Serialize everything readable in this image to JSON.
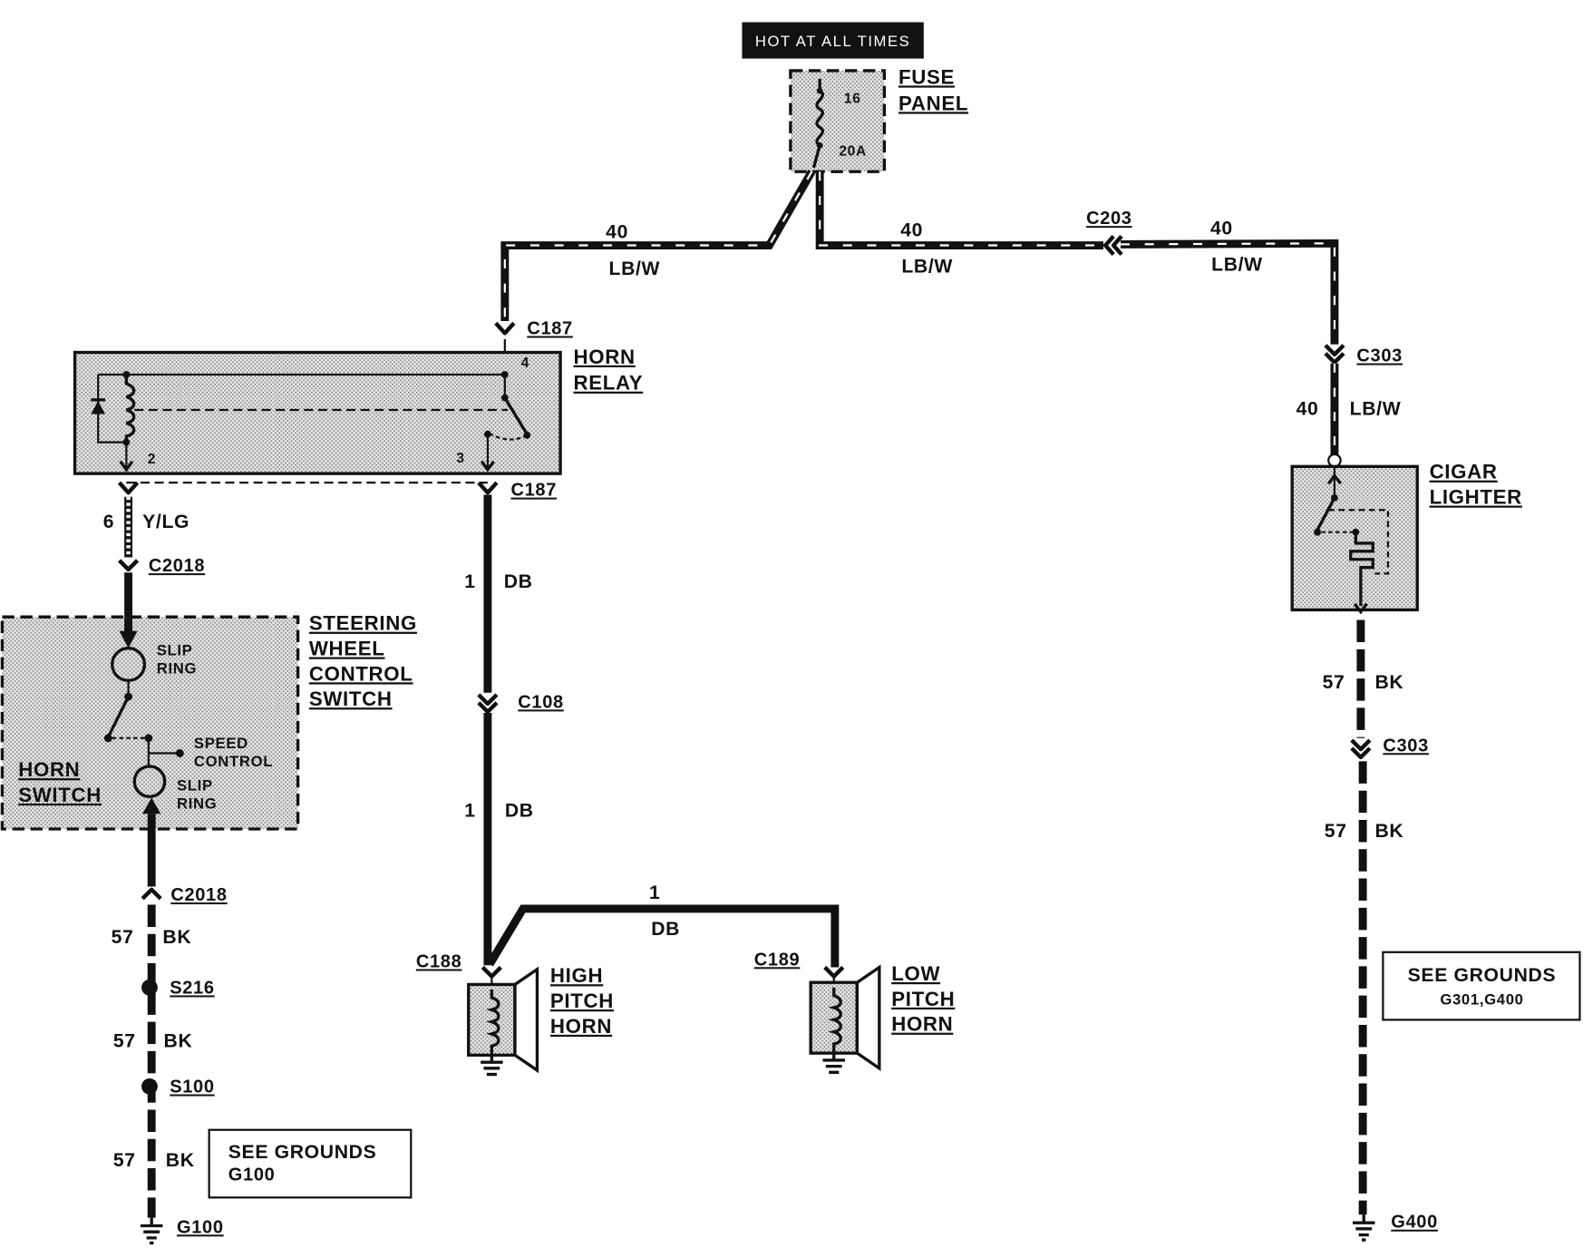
{
  "colors": {
    "ink": "#111111",
    "background": "#ffffff",
    "stipple_dot": "#7a7a7a",
    "stipple_ground": "#e4e4e4"
  },
  "supply": {
    "label": "HOT AT ALL TIMES"
  },
  "fuse_panel": {
    "title": [
      "FUSE",
      "PANEL"
    ],
    "fuse_number": "16",
    "fuse_rating": "20A"
  },
  "horn_relay": {
    "title": [
      "HORN",
      "RELAY"
    ],
    "pins": {
      "pin_4": "4",
      "pin_2": "2",
      "pin_3": "3"
    }
  },
  "steering_wheel_control_switch": {
    "title": [
      "STEERING",
      "WHEEL",
      "CONTROL",
      "SWITCH"
    ],
    "upper_slip_ring": [
      "SLIP",
      "RING"
    ],
    "speed_control": [
      "SPEED",
      "CONTROL"
    ],
    "lower_slip_ring": [
      "SLIP",
      "RING"
    ],
    "horn_switch": [
      "HORN",
      "SWITCH"
    ]
  },
  "horns": {
    "high": {
      "connector": "C188",
      "title": [
        "HIGH",
        "PITCH",
        "HORN"
      ]
    },
    "low": {
      "connector": "C189",
      "title": [
        "LOW",
        "PITCH",
        "HORN"
      ]
    }
  },
  "cigar_lighter": {
    "title": [
      "CIGAR",
      "LIGHTER"
    ]
  },
  "connectors": {
    "c187_top": "C187",
    "c187_bottom": "C187",
    "c203": "C203",
    "c303_upper": "C303",
    "c303_lower": "C303",
    "c2018_upper": "C2018",
    "c2018_lower": "C2018",
    "c108": "C108"
  },
  "splices": {
    "s216": "S216",
    "s100": "S100"
  },
  "grounds": {
    "g100": "G100",
    "g400": "G400"
  },
  "ground_notes": {
    "left": {
      "heading": "SEE GROUNDS",
      "refs": "G100"
    },
    "right": {
      "heading": "SEE GROUNDS",
      "refs": "G301,G400"
    }
  },
  "wires": {
    "fuse_to_relay": {
      "circuit": "40",
      "color_code": "LB/W"
    },
    "fuse_to_c203": {
      "circuit": "40",
      "color_code": "LB/W"
    },
    "c203_to_c303": {
      "circuit": "40",
      "color_code": "LB/W"
    },
    "c303_to_lighter": {
      "circuit": "40",
      "color_code": "LB/W"
    },
    "relay_to_switch": {
      "circuit": "6",
      "color_code": "Y/LG"
    },
    "relay_to_c108": {
      "circuit": "1",
      "color_code": "DB"
    },
    "c108_to_high_horn": {
      "circuit": "1",
      "color_code": "DB"
    },
    "high_to_low_horn": {
      "circuit": "1",
      "color_code": "DB"
    },
    "c2018_to_s216": {
      "circuit": "57",
      "color_code": "BK"
    },
    "s216_to_s100": {
      "circuit": "57",
      "color_code": "BK"
    },
    "s100_to_g100": {
      "circuit": "57",
      "color_code": "BK"
    },
    "lighter_to_c303": {
      "circuit": "57",
      "color_code": "BK"
    },
    "c303_to_g400": {
      "circuit": "57",
      "color_code": "BK"
    }
  }
}
